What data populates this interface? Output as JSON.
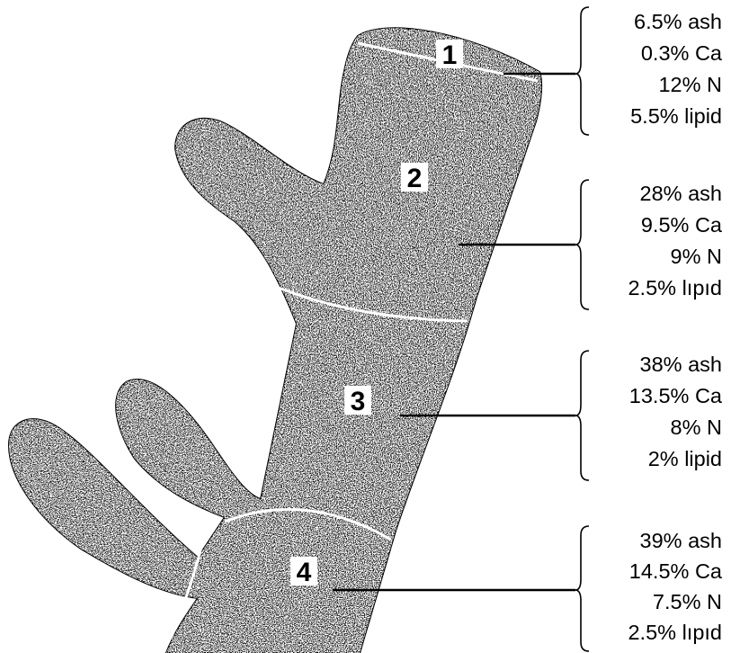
{
  "colors": {
    "tissue_fill": "#1a1a1a",
    "tissue_speckle": "#ffffff",
    "background": "#ffffff",
    "text": "#000000"
  },
  "regions": [
    {
      "number": "1",
      "composition": [
        "6.5% ash",
        "0.3% Ca",
        "12% N",
        "5.5% lipid"
      ]
    },
    {
      "number": "2",
      "composition": [
        "28% ash",
        "9.5% Ca",
        "9% N",
        "2.5% lıpıd"
      ]
    },
    {
      "number": "3",
      "composition": [
        "38% ash",
        "13.5% Ca",
        "8% N",
        "2% lipid"
      ]
    },
    {
      "number": "4",
      "composition": [
        "39% ash",
        "14.5% Ca",
        "7.5% N",
        "2.5% lıpıd"
      ]
    }
  ]
}
